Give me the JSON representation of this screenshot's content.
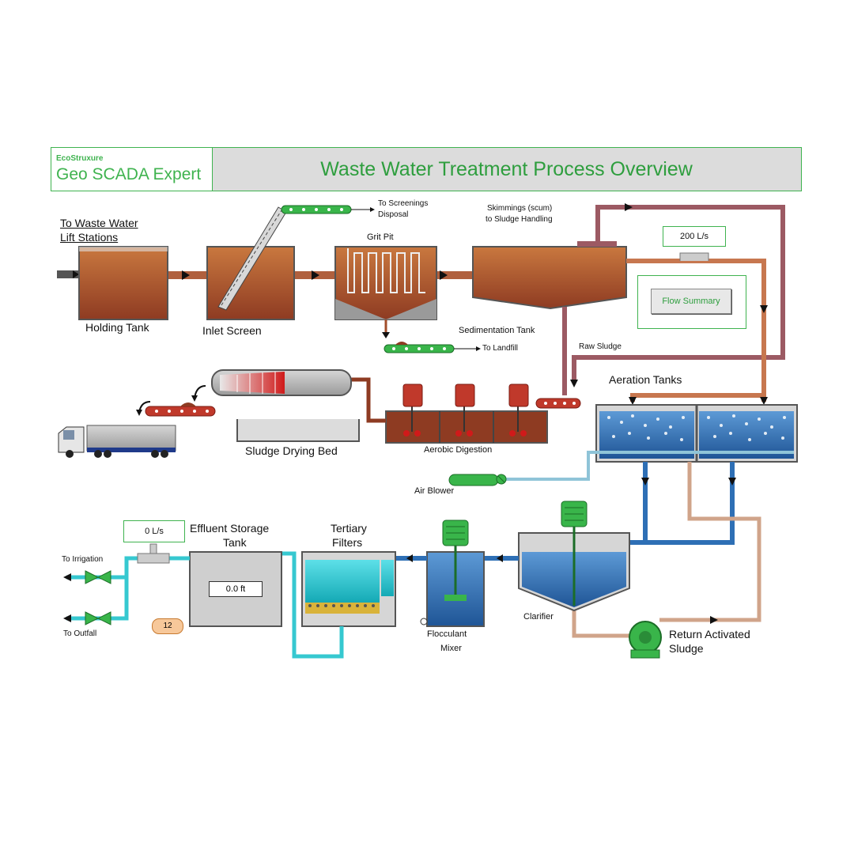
{
  "header": {
    "brand": "EcoStruxure",
    "product": "Geo SCADA Expert",
    "title": "Waste Water Treatment Process Overview"
  },
  "labels": {
    "lift_stations_1": "To Waste Water",
    "lift_stations_2": "Lift Stations",
    "holding_tank": "Holding Tank",
    "inlet_screen": "Inlet Screen",
    "screenings_1": "To Screenings",
    "screenings_2": "Disposal",
    "grit_pit": "Grit Pit",
    "skimmings_1": "Skimmings (scum)",
    "skimmings_2": "to Sludge Handling",
    "sedimentation_tank": "Sedimentation Tank",
    "to_landfill": "To Landfill",
    "raw_sludge": "Raw Sludge",
    "aeration_tanks": "Aeration Tanks",
    "sludge_drying_bed": "Sludge Drying Bed",
    "aerobic_digestion": "Aerobic Digestion",
    "air_blower": "Air Blower",
    "effluent_1": "Effluent Storage",
    "effluent_2": "Tank",
    "tertiary_1": "Tertiary",
    "tertiary_2": "Filters",
    "to_irrigation": "To Irrigation",
    "to_outfall": "To Outfall",
    "flocculant_1": "Flocculant",
    "flocculant_2": "Mixer",
    "clarifier": "Clarifier",
    "ras_1": "Return Activated",
    "ras_2": "Sludge"
  },
  "values": {
    "inflow_rate": "200 L/s",
    "effluent_rate": "0 L/s",
    "effluent_level": "0.0 ft",
    "badge_value": "12"
  },
  "buttons": {
    "flow_summary": "Flow Summary"
  },
  "colors": {
    "accent_green": "#3fb34f",
    "sludge_brown": "#a24d2a",
    "water_blue": "#2e6fb5",
    "cyan_water": "#36c8d0",
    "pipe_mauve": "#9c5a63",
    "pipe_tan": "#d0a48a"
  }
}
